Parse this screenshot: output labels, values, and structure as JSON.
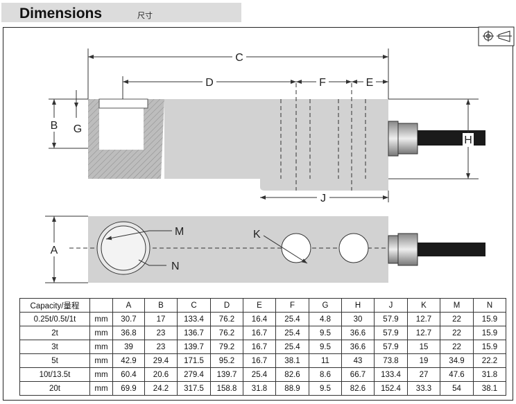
{
  "header": {
    "title": "Dimensions",
    "subtitle": "尺寸"
  },
  "icon": "projection-symbol-icon",
  "drawing_labels": {
    "A": "A",
    "B": "B",
    "C": "C",
    "D": "D",
    "E": "E",
    "F": "F",
    "G": "G",
    "H": "H",
    "J": "J",
    "K": "K",
    "M": "M",
    "N": "N"
  },
  "table": {
    "headers": [
      "Capacity/量程",
      "",
      "A",
      "B",
      "C",
      "D",
      "E",
      "F",
      "G",
      "H",
      "J",
      "K",
      "M",
      "N"
    ],
    "rows": [
      [
        "0.25t/0.5t/1t",
        "mm",
        "30.7",
        "17",
        "133.4",
        "76.2",
        "16.4",
        "25.4",
        "4.8",
        "30",
        "57.9",
        "12.7",
        "22",
        "15.9"
      ],
      [
        "2t",
        "mm",
        "36.8",
        "23",
        "136.7",
        "76.2",
        "16.7",
        "25.4",
        "9.5",
        "36.6",
        "57.9",
        "12.7",
        "22",
        "15.9"
      ],
      [
        "3t",
        "mm",
        "39",
        "23",
        "139.7",
        "79.2",
        "16.7",
        "25.4",
        "9.5",
        "36.6",
        "57.9",
        "15",
        "22",
        "15.9"
      ],
      [
        "5t",
        "mm",
        "42.9",
        "29.4",
        "171.5",
        "95.2",
        "16.7",
        "38.1",
        "11",
        "43",
        "73.8",
        "19",
        "34.9",
        "22.2"
      ],
      [
        "10t/13.5t",
        "mm",
        "60.4",
        "20.6",
        "279.4",
        "139.7",
        "25.4",
        "82.6",
        "8.6",
        "66.7",
        "133.4",
        "27",
        "47.6",
        "31.8"
      ],
      [
        "20t",
        "mm",
        "69.9",
        "24.2",
        "317.5",
        "158.8",
        "31.8",
        "88.9",
        "9.5",
        "82.6",
        "152.4",
        "33.3",
        "54",
        "38.1"
      ]
    ]
  }
}
